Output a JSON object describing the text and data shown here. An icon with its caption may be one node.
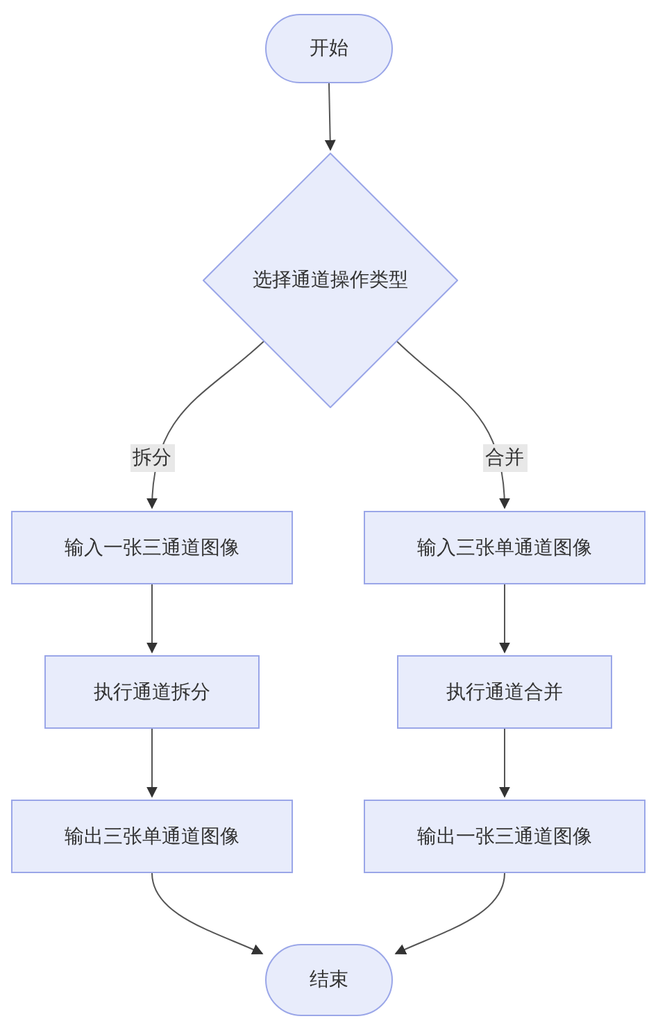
{
  "diagram": {
    "nodes": [
      {
        "text": [
          "开始"
        ]
      },
      {
        "text": [
          "选择通道操作类型"
        ]
      },
      {
        "text": [
          "输入一张三通道图像"
        ]
      },
      {
        "text": [
          "执行通道拆分"
        ]
      },
      {
        "text": [
          "输出三张单通道图像"
        ]
      },
      {
        "text": [
          "输入三张单通道图像"
        ]
      },
      {
        "text": [
          "执行通道合并"
        ]
      },
      {
        "text": [
          "输出一张三通道图像"
        ]
      },
      {
        "text": [
          "结束"
        ]
      }
    ],
    "edges": [
      {
        "from": 0,
        "to": 1,
        "arrow": "to"
      },
      {
        "from": 1,
        "to": 2,
        "arrow": "to",
        "label": "拆分"
      },
      {
        "from": 1,
        "to": 5,
        "arrow": "to",
        "label": "合并"
      },
      {
        "from": 2,
        "to": 3,
        "arrow": "to"
      },
      {
        "from": 3,
        "to": 4,
        "arrow": "to"
      },
      {
        "from": 5,
        "to": 6,
        "arrow": "to"
      },
      {
        "from": 6,
        "to": 7,
        "arrow": "to"
      },
      {
        "from": 4,
        "to": 8,
        "arrow": "to"
      },
      {
        "from": 7,
        "to": 8,
        "arrow": "to"
      }
    ]
  }
}
